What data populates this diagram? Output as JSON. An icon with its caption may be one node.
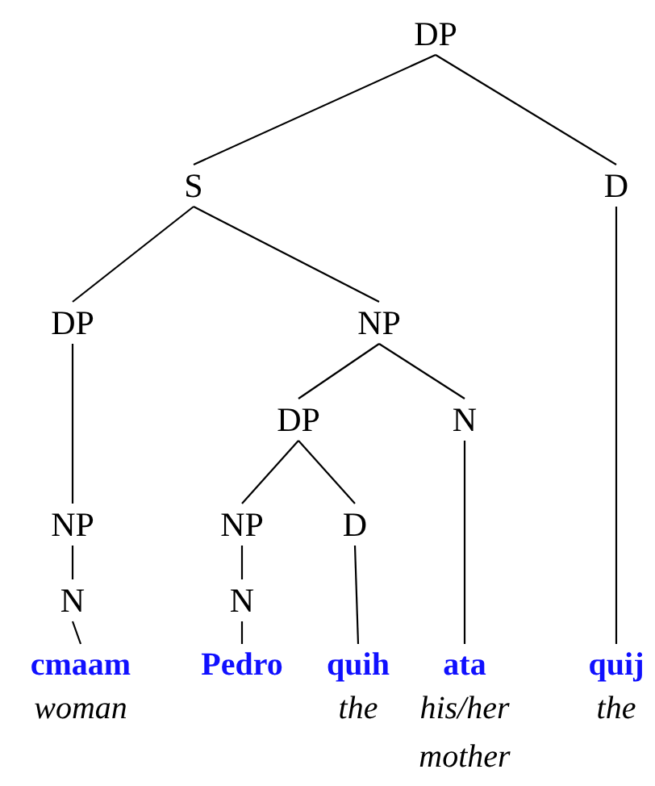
{
  "diagram": {
    "nodes": [
      {
        "text": [
          "DP"
        ]
      },
      {
        "text": [
          "S"
        ]
      },
      {
        "text": [
          "D"
        ]
      },
      {
        "text": [
          "DP"
        ]
      },
      {
        "text": [
          "NP"
        ]
      },
      {
        "text": [
          "DP"
        ]
      },
      {
        "text": [
          "N"
        ]
      },
      {
        "text": [
          "NP"
        ]
      },
      {
        "text": [
          "NP"
        ]
      },
      {
        "text": [
          "D"
        ]
      },
      {
        "text": [
          "N"
        ]
      },
      {
        "text": [
          "N"
        ]
      },
      {
        "text": [
          "cmaam",
          "woman"
        ]
      },
      {
        "text": [
          "Pedro"
        ]
      },
      {
        "text": [
          "quih",
          "the"
        ]
      },
      {
        "text": [
          "ata",
          "his/her mother"
        ]
      },
      {
        "text": [
          "quij",
          "the"
        ]
      }
    ],
    "edges": [
      {
        "from": 0,
        "to": 1,
        "arrow": "none"
      },
      {
        "from": 0,
        "to": 2,
        "arrow": "none"
      },
      {
        "from": 1,
        "to": 3,
        "arrow": "none"
      },
      {
        "from": 1,
        "to": 4,
        "arrow": "none"
      },
      {
        "from": 4,
        "to": 5,
        "arrow": "none"
      },
      {
        "from": 4,
        "to": 6,
        "arrow": "none"
      },
      {
        "from": 3,
        "to": 7,
        "arrow": "none"
      },
      {
        "from": 5,
        "to": 8,
        "arrow": "none"
      },
      {
        "from": 5,
        "to": 9,
        "arrow": "none"
      },
      {
        "from": 7,
        "to": 10,
        "arrow": "none"
      },
      {
        "from": 8,
        "to": 11,
        "arrow": "none"
      },
      {
        "from": 10,
        "to": 12,
        "arrow": "none"
      },
      {
        "from": 11,
        "to": 13,
        "arrow": "none"
      },
      {
        "from": 9,
        "to": 14,
        "arrow": "none"
      },
      {
        "from": 6,
        "to": 15,
        "arrow": "none"
      },
      {
        "from": 2,
        "to": 16,
        "arrow": "none"
      }
    ]
  }
}
